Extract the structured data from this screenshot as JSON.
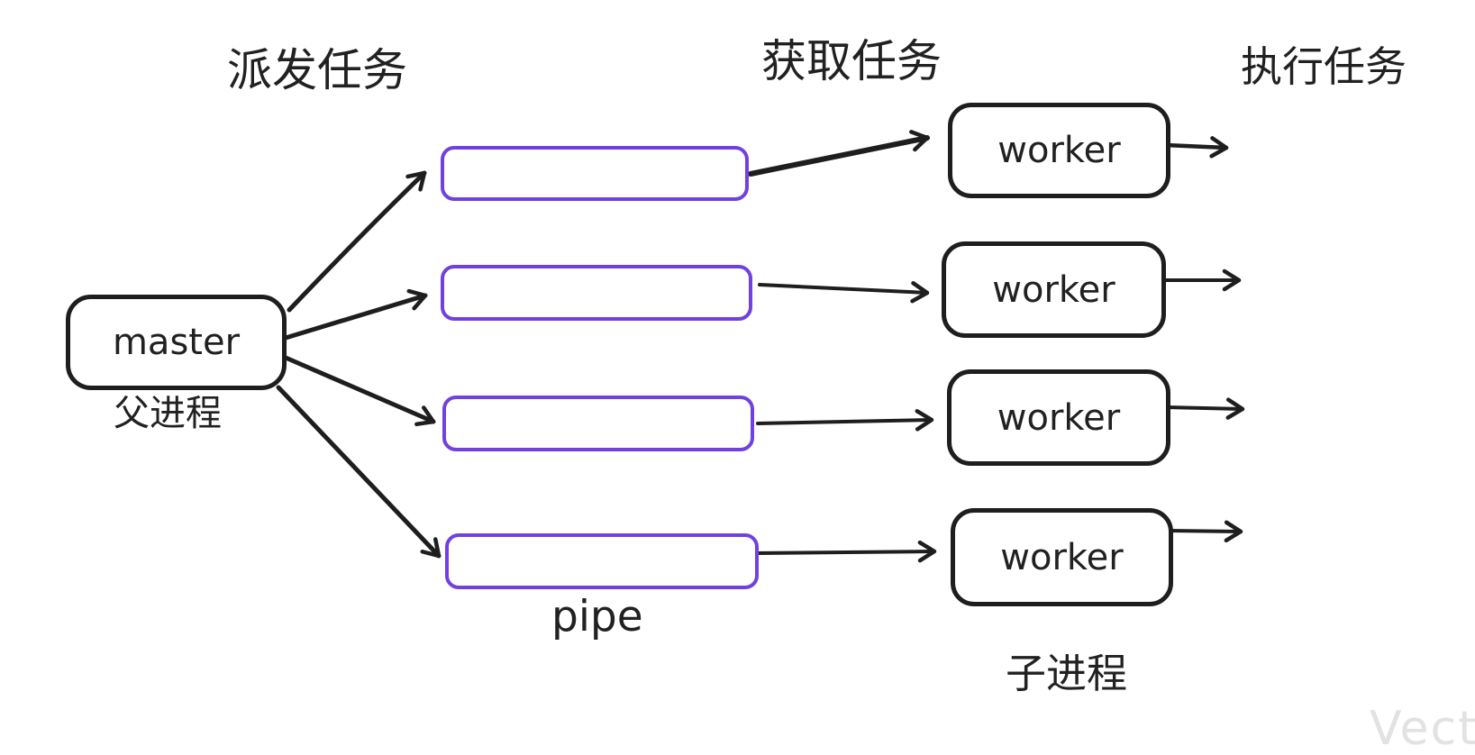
{
  "diagram": {
    "top_labels": {
      "dispatch": "派发任务",
      "fetch": "获取任务",
      "execute": "执行任务"
    },
    "master": {
      "label": "master",
      "caption": "父进程"
    },
    "pipes": {
      "count": 4,
      "caption": "pipe"
    },
    "workers": {
      "labels": [
        "worker",
        "worker",
        "worker",
        "worker"
      ],
      "caption": "子进程"
    },
    "watermark": "Vect",
    "colors": {
      "stroke": "#1e1e1e",
      "pipe_border": "#7141e0",
      "text": "#212121",
      "watermark": "#e2e2e2",
      "background": "#ffffff"
    }
  }
}
